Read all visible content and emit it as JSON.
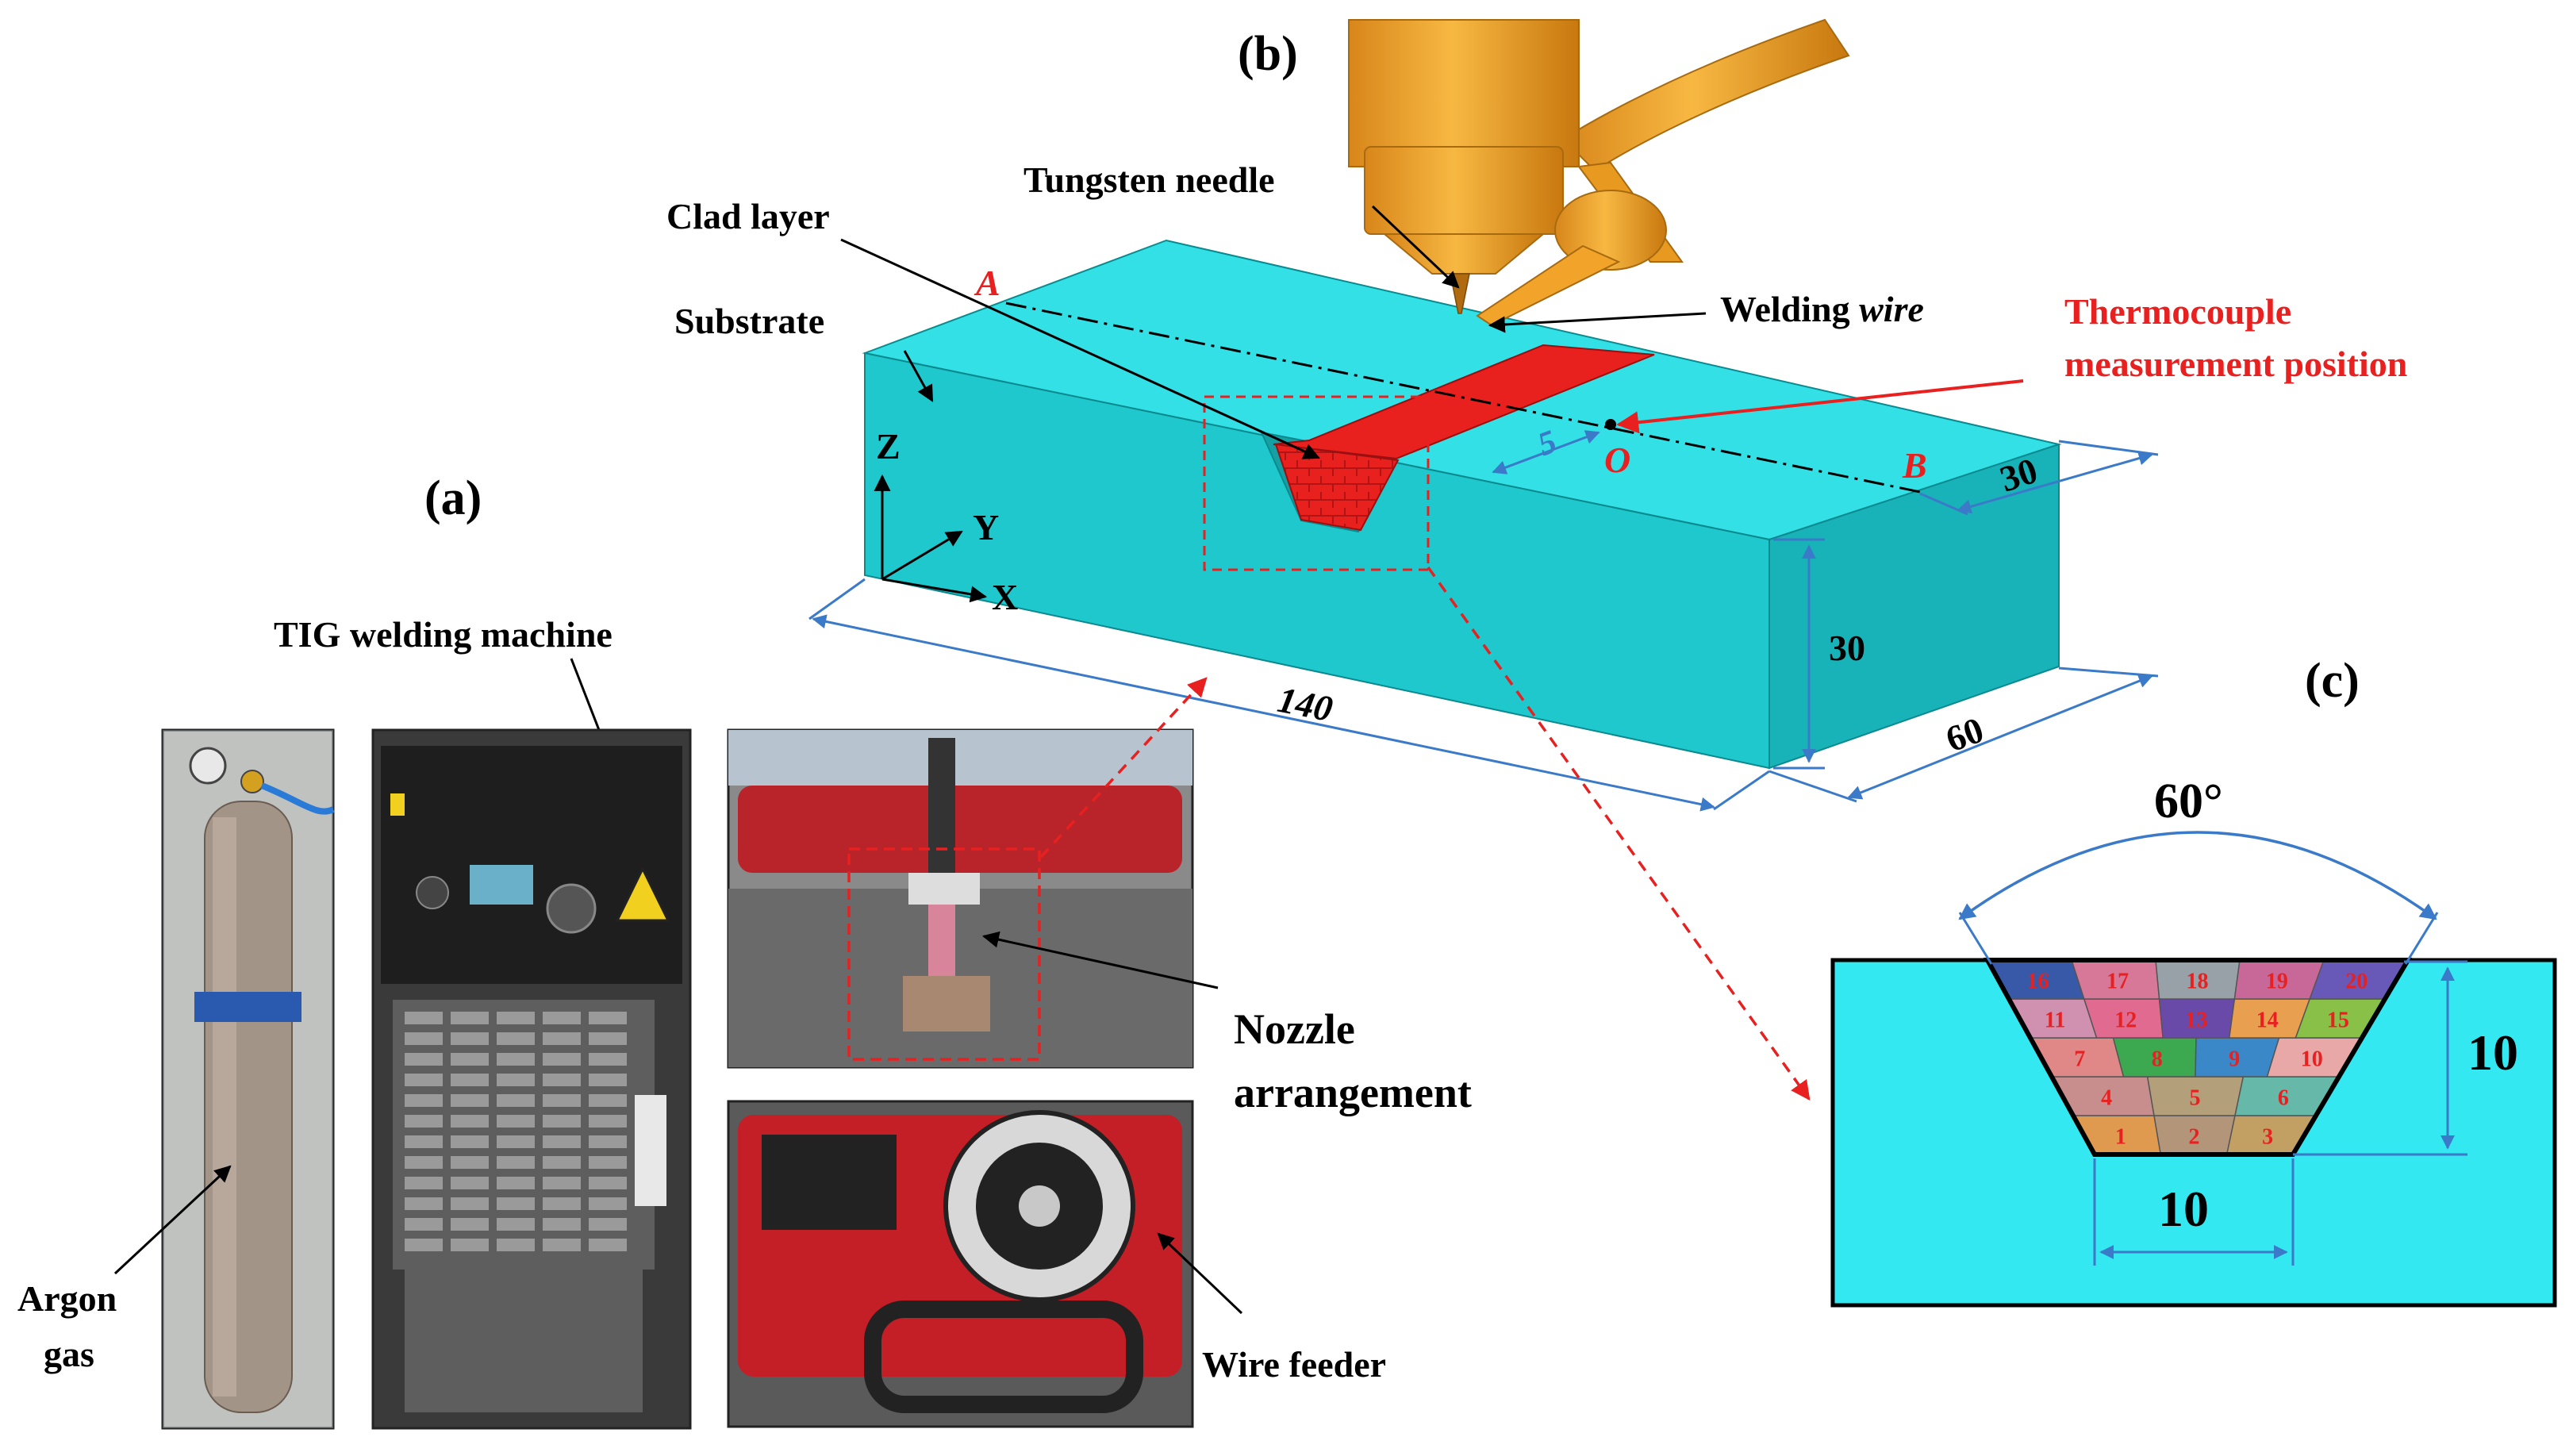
{
  "panels": {
    "a": "(a)",
    "b": "(b)",
    "c": "(c)"
  },
  "photo_labels": {
    "tig_machine": "TIG welding machine",
    "argon_1": "Argon",
    "argon_2": "gas",
    "nozzle_1": "Nozzle",
    "nozzle_2": "arrangement",
    "wire_feeder": "Wire feeder"
  },
  "model_labels": {
    "tungsten_needle": "Tungsten needle",
    "clad_layer": "Clad layer",
    "substrate": "Substrate",
    "welding_wire_1": "Welding ",
    "welding_wire_2": "wire",
    "thermo_1": "Thermocouple",
    "thermo_2": "measurement position",
    "point_a": "A",
    "point_b": "B",
    "point_o": "O",
    "axis_z": "Z",
    "axis_y": "Y",
    "axis_x": "X"
  },
  "dimensions": {
    "length": "140",
    "width": "60",
    "height": "30",
    "b_offset": "30",
    "o_offset": "5"
  },
  "cross_section": {
    "angle": "60°",
    "depth": "10",
    "bottom_width": "10",
    "passes": [
      {
        "id": "1",
        "color": "#e09a50"
      },
      {
        "id": "2",
        "color": "#b3957a"
      },
      {
        "id": "3",
        "color": "#c2a064"
      },
      {
        "id": "4",
        "color": "#c88e8e"
      },
      {
        "id": "5",
        "color": "#b3a07a"
      },
      {
        "id": "6",
        "color": "#66b8a8"
      },
      {
        "id": "7",
        "color": "#e08888"
      },
      {
        "id": "8",
        "color": "#3ca850"
      },
      {
        "id": "9",
        "color": "#3a88c8"
      },
      {
        "id": "10",
        "color": "#e8a8a8"
      },
      {
        "id": "11",
        "color": "#d090b0"
      },
      {
        "id": "12",
        "color": "#e06a90"
      },
      {
        "id": "13",
        "color": "#6a4aa8"
      },
      {
        "id": "14",
        "color": "#e8a050"
      },
      {
        "id": "15",
        "color": "#88c048"
      },
      {
        "id": "16",
        "color": "#3858a8"
      },
      {
        "id": "17",
        "color": "#d87898"
      },
      {
        "id": "18",
        "color": "#98a0a8"
      },
      {
        "id": "19",
        "color": "#c86898"
      },
      {
        "id": "20",
        "color": "#6858b8"
      }
    ]
  },
  "colors": {
    "substrate_top": "#33e0e6",
    "substrate_front": "#1fc8cc",
    "substrate_side": "#18b3b8",
    "clad": "#e8201e",
    "torch": "#f2a42a",
    "dimension": "#3a7ac8",
    "guide_red": "#e82020"
  }
}
